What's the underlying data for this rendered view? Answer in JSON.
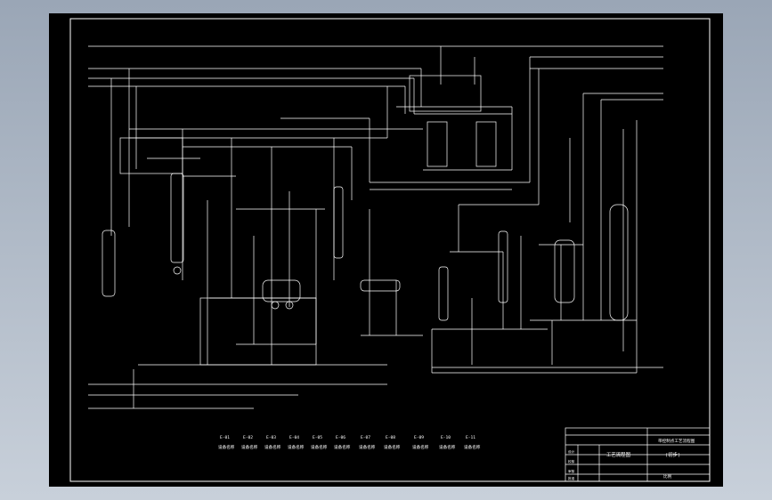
{
  "colors": {
    "background": "#000000",
    "line": "#ffffff",
    "frame": "#ffffff",
    "viewport_bg_top": "#9aa6b6",
    "viewport_bg_bottom": "#c8d0da"
  },
  "drawing": {
    "legend": [
      {
        "code": "E-01",
        "name": "设备名称"
      },
      {
        "code": "E-02",
        "name": "设备名称"
      },
      {
        "code": "E-03",
        "name": "设备名称"
      },
      {
        "code": "E-04",
        "name": "设备名称"
      },
      {
        "code": "E-05",
        "name": "设备名称"
      },
      {
        "code": "E-06",
        "name": "设备名称"
      },
      {
        "code": "E-07",
        "name": "设备名称"
      },
      {
        "code": "E-08",
        "name": "设备名称"
      },
      {
        "code": "E-09",
        "name": "设备名称"
      },
      {
        "code": "E-10",
        "name": "设备名称"
      },
      {
        "code": "E-11",
        "name": "设备名称"
      }
    ],
    "title_block": {
      "project": "工艺流程图",
      "title": "带控制点工艺流程图",
      "stage": "(初步)",
      "scale": "比例",
      "rows": [
        "设计",
        "校核",
        "审核",
        "批准"
      ]
    }
  }
}
